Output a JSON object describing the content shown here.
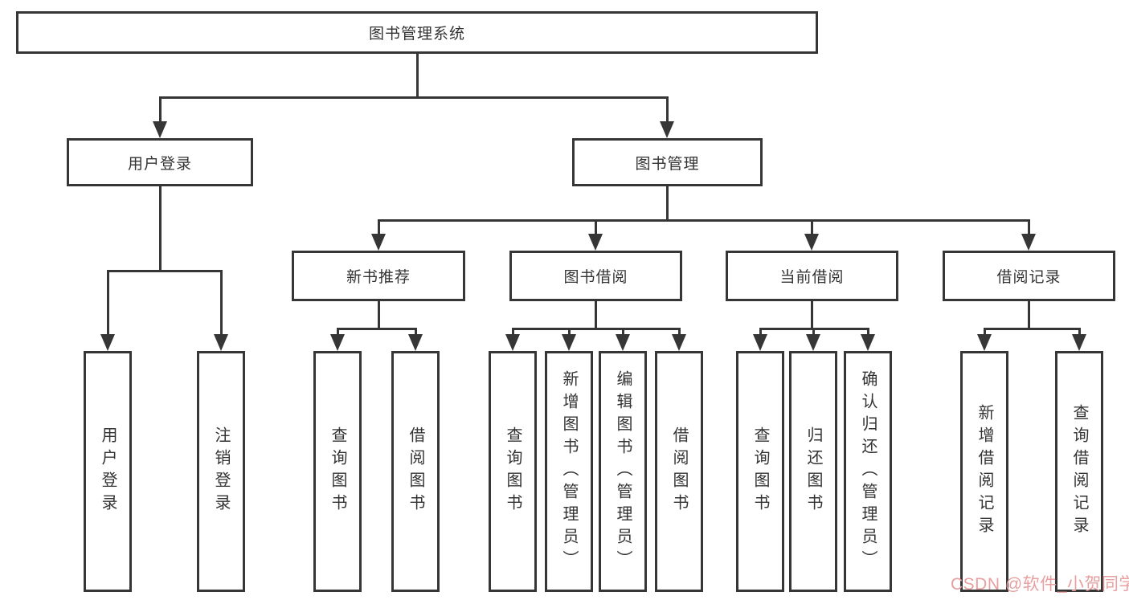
{
  "diagram": {
    "title": "图书管理系统",
    "branches": [
      {
        "label": "用户登录",
        "leaves": [
          "用户登录",
          "注销登录"
        ]
      },
      {
        "label": "图书管理",
        "groups": [
          {
            "label": "新书推荐",
            "leaves": [
              "查询图书",
              "借阅图书"
            ]
          },
          {
            "label": "图书借阅",
            "leaves": [
              "查询图书",
              "新增图书（管理员）",
              "编辑图书（管理员）",
              "借阅图书"
            ]
          },
          {
            "label": "当前借阅",
            "leaves": [
              "查询图书",
              "归还图书",
              "确认归还（管理员）"
            ]
          },
          {
            "label": "借阅记录",
            "leaves": [
              "新增借阅记录",
              "查询借阅记录"
            ]
          }
        ]
      }
    ]
  },
  "watermark": {
    "text": "CSDN @软件_小贺同学",
    "color": "#e79f9f"
  },
  "colors": {
    "line": "#363636",
    "border": "#363636",
    "text": "#333333",
    "background": "#ffffff"
  }
}
